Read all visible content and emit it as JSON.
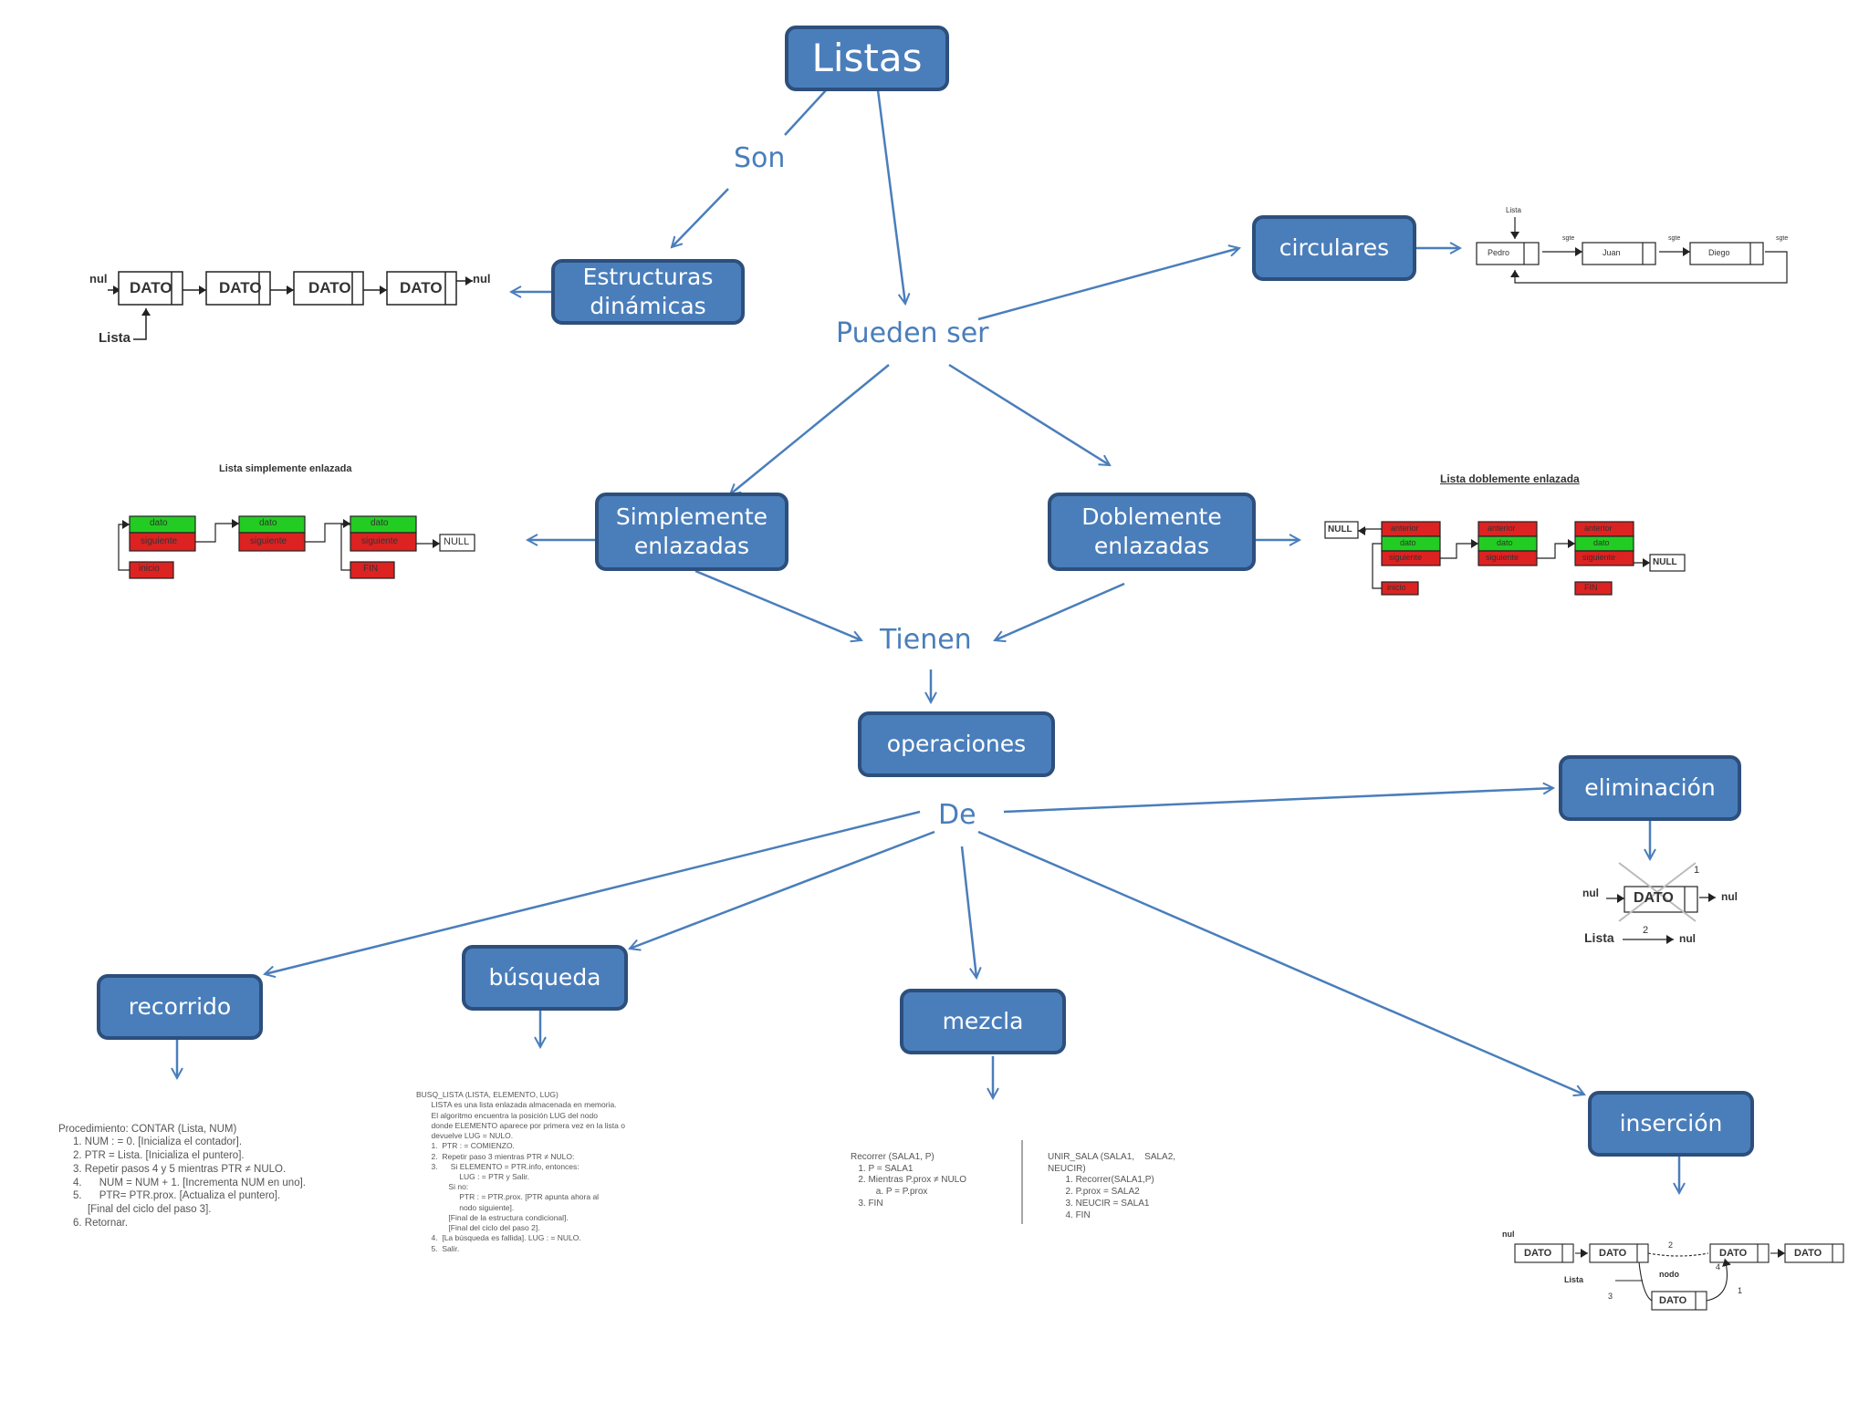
{
  "colors": {
    "node_fill": "#4a7ebb",
    "node_border": "#2d4f7c",
    "link_text": "#4a7ebb",
    "arrow": "#4a7ebb",
    "cell_green": "#22cc22",
    "cell_red": "#dd2222"
  },
  "nodes": {
    "root": "Listas",
    "estructuras": [
      "Estructuras",
      "dinámicas"
    ],
    "circulares": "circulares",
    "simplemente": [
      "Simplemente",
      "enlazadas"
    ],
    "doblemente": [
      "Doblemente",
      "enlazadas"
    ],
    "operaciones": "operaciones",
    "eliminacion": "eliminación",
    "recorrido": "recorrido",
    "busqueda": "búsqueda",
    "mezcla": "mezcla",
    "insercion": "inserción"
  },
  "links": {
    "son": "Son",
    "pueden_ser": "Pueden ser",
    "tienen": "Tienen",
    "de": "De"
  },
  "illustrations": {
    "dynamic_list": {
      "cells": [
        "DATO",
        "DATO",
        "DATO",
        "DATO"
      ],
      "null_left": "nul",
      "null_right": "nul",
      "pointer": "Lista"
    },
    "circular_list": {
      "cells": [
        "Pedro",
        "Juan",
        "Diego"
      ],
      "head": "Lista",
      "next": "sgte"
    },
    "singly_linked": {
      "title": "Lista simplemente enlazada",
      "data": "dato",
      "next": "siguiente",
      "start": "inicio",
      "end": "NULL",
      "end_label": "FIN"
    },
    "doubly_linked": {
      "title": "Lista doblemente enlazada",
      "null": "NULL",
      "prev": "anterior",
      "data": "dato",
      "next": "siguiente",
      "start": "inicio",
      "end_label": "FIN"
    },
    "deletion": {
      "cell": "DATO",
      "null_left": "nul",
      "null_right": "nul",
      "pointer": "Lista",
      "step1": "1",
      "step2": "2"
    },
    "insertion": {
      "cells": [
        "DATO",
        "DATO",
        "DATO",
        "DATO"
      ],
      "new_cell": "DATO",
      "pointer": "Lista",
      "node": "nodo",
      "null": "nul",
      "steps": [
        "1",
        "2",
        "3",
        "4"
      ]
    }
  },
  "code": {
    "recorrido": [
      "Procedimiento: CONTAR (Lista, NUM)",
      "",
      "     1. NUM : = 0. [Inicializa el contador].",
      "     2. PTR = Lista. [Inicializa el puntero].",
      "     3. Repetir pasos 4 y 5 mientras PTR ≠ NULO.",
      "     4.      NUM = NUM + 1. [Incrementa NUM en uno].",
      "     5.      PTR= PTR.prox. [Actualiza el puntero].",
      "          [Final del ciclo del paso 3].",
      "     6. Retornar."
    ],
    "busqueda": [
      "BUSQ_LISTA (LISTA, ELEMENTO, LUG)",
      "       LISTA es una lista enlazada almacenada en memoria.",
      "       El algoritmo encuentra la posición LUG del nodo",
      "       donde ELEMENTO aparece por primera vez en la lista o",
      "       devuelve LUG = NULO.",
      "       1.  PTR : = COMIENZO.",
      "       2.  Repetir paso 3 mientras PTR ≠ NULO:",
      "       3.      Si ELEMENTO = PTR.info, entonces:",
      "                    LUG : = PTR y Salir.",
      "               Si no:",
      "                    PTR : = PTR.prox. [PTR apunta ahora al",
      "                    nodo siguiente].",
      "               [Final de la estructura condicional].",
      "               [Final del ciclo del paso 2].",
      "       4.  [La búsqueda es fallida]. LUG : = NULO.",
      "       5.  Salir."
    ],
    "mezcla_left": [
      "Recorrer (SALA1, P)",
      "   1. P = SALA1",
      "   2. Mientras P.prox ≠ NULO",
      "          a. P = P.prox",
      "   3. FIN"
    ],
    "mezcla_right": [
      "UNIR_SALA (SALA1,    SALA2,",
      "NEUCIR)",
      "       1. Recorrer(SALA1,P)",
      "       2. P.prox = SALA2",
      "       3. NEUCIR = SALA1",
      "       4. FIN"
    ]
  }
}
